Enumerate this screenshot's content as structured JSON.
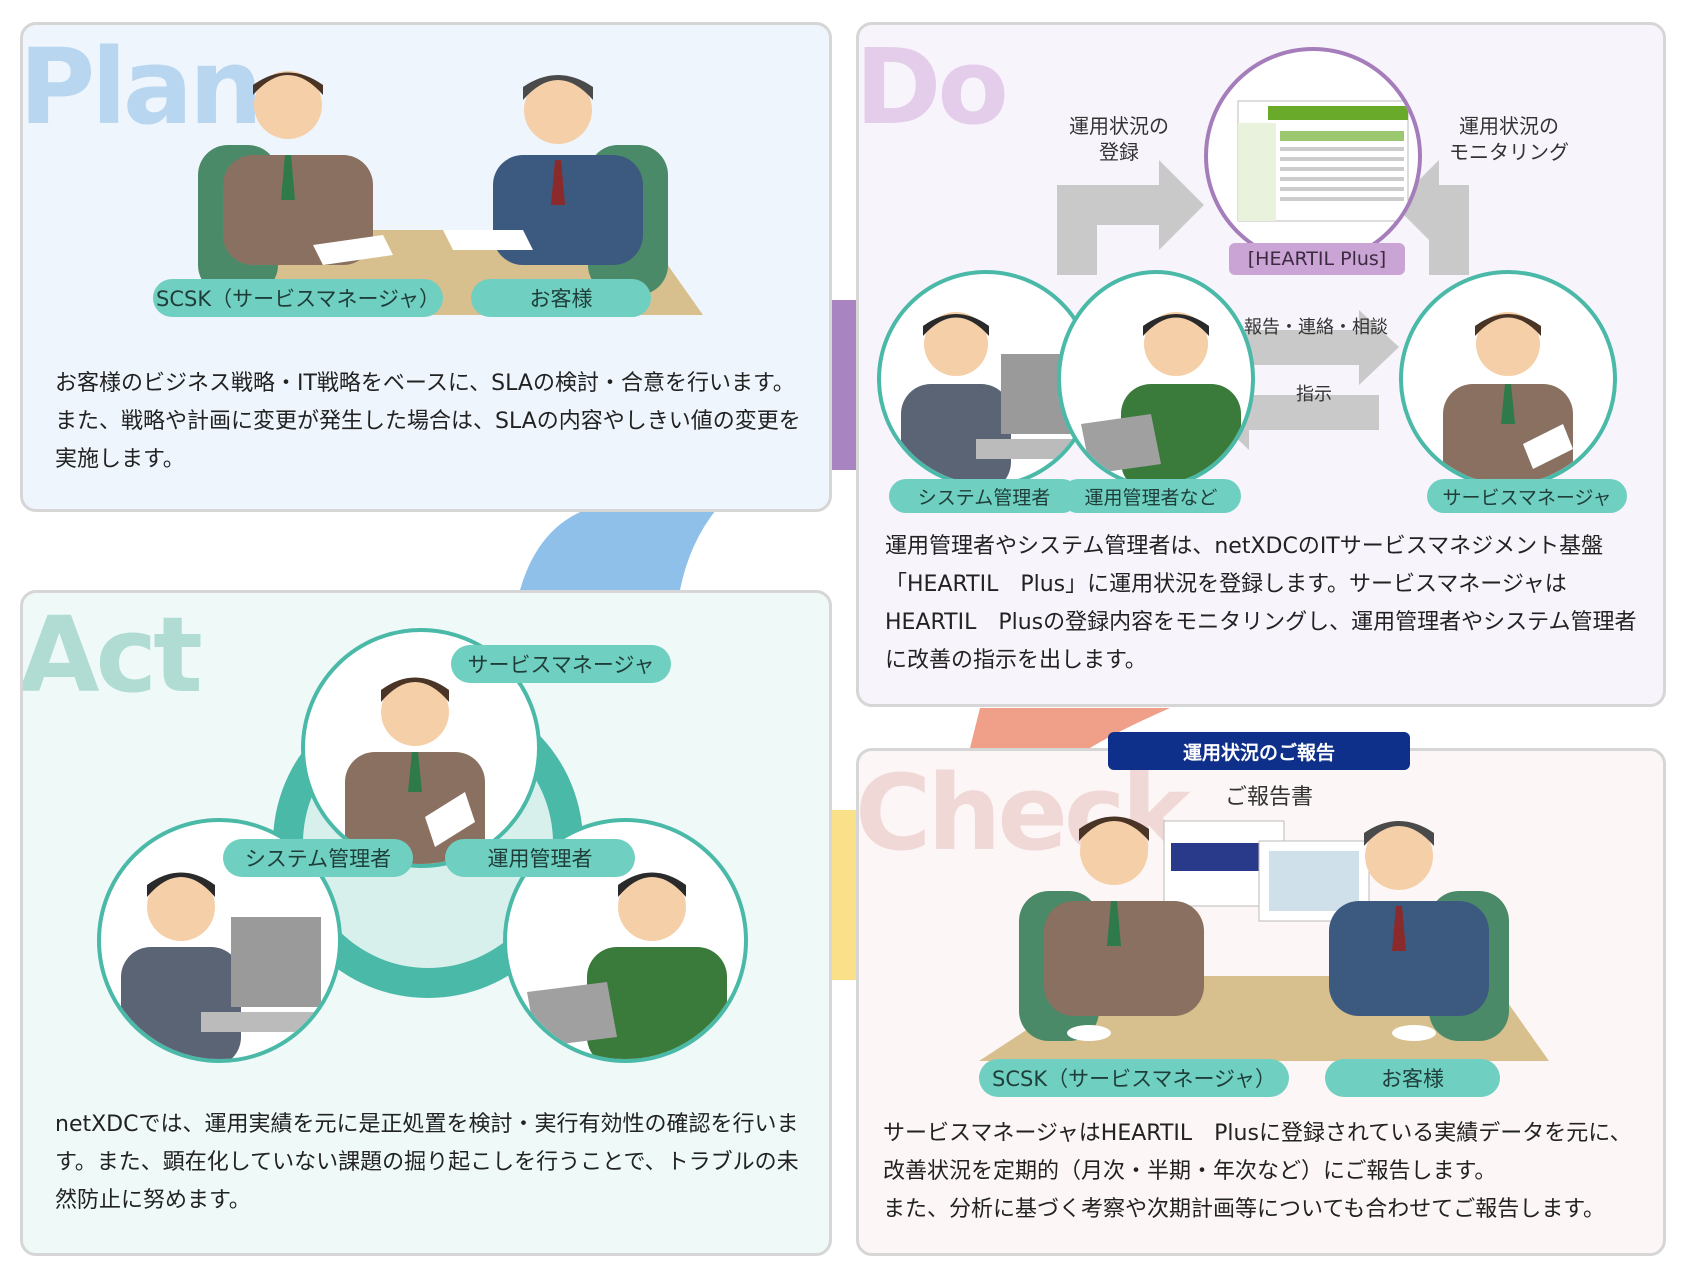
{
  "plan": {
    "title": "Plan",
    "labels": {
      "left": "SCSK（サービスマネージャ）",
      "right": "お客様"
    },
    "desc": "お客様のビジネス戦略・IT戦略をベースに、SLAの検討・合意を行います。また、戦略や計画に変更が発生した場合は、SLAの内容やしきい値の変更を実施します。"
  },
  "do": {
    "title": "Do",
    "screen_label": "[HEARTIL Plus]",
    "arrow_register": "運用状況の\n登録",
    "arrow_monitor": "運用状況の\nモニタリング",
    "arrow_report": "報告・連絡・相談",
    "arrow_instruct": "指示",
    "labels": {
      "sys_admin": "システム管理者",
      "ops_admin": "運用管理者など",
      "service_manager": "サービスマネージャ"
    },
    "desc": "運用管理者やシステム管理者は、netXDCのITサービスマネジメント基盤「HEARTIL　Plus」に運用状況を登録します。サービスマネージャはHEARTIL　Plusの登録内容をモニタリングし、運用管理者やシステム管理者に改善の指示を出します。"
  },
  "act": {
    "title": "Act",
    "labels": {
      "service_manager": "サービスマネージャ",
      "sys_admin": "システム管理者",
      "ops_admin": "運用管理者"
    },
    "desc": "netXDCでは、運用実績を元に是正処置を検討・実行有効性の確認を行います。また、顕在化していない課題の掘り起こしを行うことで、トラブルの未然防止に努めます。"
  },
  "check": {
    "title": "Check",
    "banner": "運用状況のご報告",
    "report_label": "ご報告書",
    "labels": {
      "left": "SCSK（サービスマネージャ）",
      "right": "お客様"
    },
    "desc": "サービスマネージャはHEARTIL　Plusに登録されている実績データを元に、改善状況を定期的（月次・半期・年次など）にご報告します。\nまた、分析に基づく考察や次期計画等についても合わせてご報告します。"
  },
  "colors": {
    "teal": "#6fcfc0",
    "purple": "#c9a4d4",
    "navy": "#0e2f8a",
    "ring": "#4ab9a8"
  }
}
